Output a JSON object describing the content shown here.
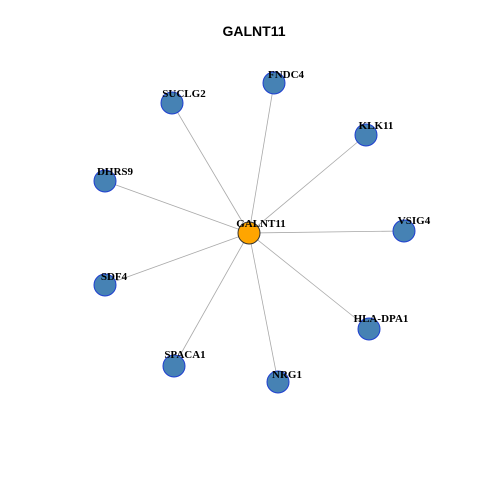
{
  "title": "GALNT11",
  "colors": {
    "center_fill": "#FFA500",
    "center_stroke": "#333333",
    "neighbor_fill": "#4682B4",
    "neighbor_stroke": "#1F3FD0",
    "edge": "#A9A9A9"
  },
  "network": {
    "center": "GALNT11",
    "neighbors": [
      "FNDC4",
      "SUCLG2",
      "KLK11",
      "DHRS9",
      "VSIG4",
      "SDF4",
      "HLA-DPA1",
      "SPACA1",
      "NRG1"
    ]
  }
}
